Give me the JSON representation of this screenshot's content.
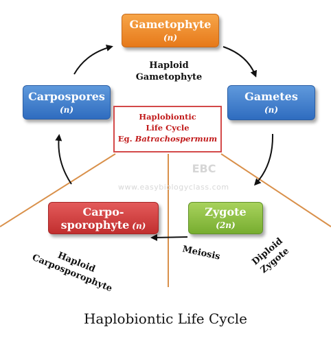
{
  "nodes": {
    "gametophyte": {
      "title": "Gametophyte",
      "ploidy": "(n)"
    },
    "gametes": {
      "title": "Gametes",
      "ploidy": "(n)"
    },
    "zygote": {
      "title": "Zygote",
      "ploidy": "(2n)"
    },
    "carposporophyte": {
      "title_line1": "Carpo-",
      "title_line2": "sporophyte",
      "ploidy": "(n)"
    },
    "carpospores": {
      "title": "Carpospores",
      "ploidy": "(n)"
    }
  },
  "center": {
    "line1": "Haplobiontic",
    "line2": "Life Cycle",
    "prefix": "Eg.",
    "example": "Batrachospermum"
  },
  "labels": {
    "haploid_gametophyte_1": "Haploid",
    "haploid_gametophyte_2": "Gametophyte",
    "meiosis": "Meiosis",
    "diploid_zygote_1": "Diploid",
    "diploid_zygote_2": "Zygote",
    "haploid_carpo_1": "Haploid",
    "haploid_carpo_2": "Carposporophyte"
  },
  "watermark": {
    "url": "www.easybiologyclass.com",
    "logo": "EBC"
  },
  "caption": "Haplobiontic Life Cycle",
  "colors": {
    "gametophyte": "#e6791a",
    "gametes": "#2f6cbf",
    "carpospores": "#2f6cbf",
    "zygote": "#77ad30",
    "carposporophyte": "#c12f2f",
    "divider": "#d9904a",
    "center_border": "#d34848"
  }
}
